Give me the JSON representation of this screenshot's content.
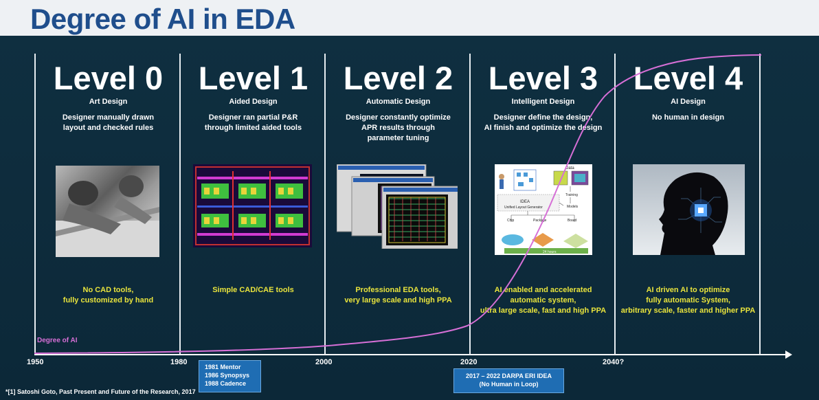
{
  "title": "Degree of AI in EDA",
  "levels": [
    {
      "name": "Level 0",
      "subtitle": "Art Design",
      "description": "Designer manually drawn\nlayout and checked rules",
      "tools": "No CAD tools,\nfully customized by hand"
    },
    {
      "name": "Level 1",
      "subtitle": "Aided Design",
      "description": "Designer ran partial P&R\nthrough limited aided tools",
      "tools": "Simple CAD/CAE tools"
    },
    {
      "name": "Level 2",
      "subtitle": "Automatic Design",
      "description": "Designer constantly optimize\nAPR results through\nparameter tuning",
      "tools": "Professional EDA tools,\nvery large scale and high PPA"
    },
    {
      "name": "Level 3",
      "subtitle": "Intelligent Design",
      "description": "Designer define the design,\nAI finish and optimize the design",
      "tools": "AI enabled and accelerated\nautomatic system,\nultra large scale, fast and high PPA"
    },
    {
      "name": "Level 4",
      "subtitle": "AI Design",
      "description": "No human in design",
      "tools": "AI driven AI to optimize\nfully automatic System,\narbitrary scale, faster and higher PPA"
    }
  ],
  "curve_label": "Degree of AI",
  "timeline": {
    "years": [
      "1950",
      "1980",
      "2000",
      "2020",
      "2040?"
    ],
    "box1": [
      "1981 Mentor",
      "1986 Synopsys",
      "1988 Cadence"
    ],
    "box2": [
      "2017 – 2022 DARPA ERI IDEA",
      "(No Human in Loop)"
    ]
  },
  "idea_figure": {
    "data": "Data",
    "idea": "IDEA",
    "generator": "Unified Layout Generator",
    "training": "Training",
    "models": "Models",
    "chip": "Chip",
    "package": "Package",
    "board": "Board",
    "time": "24 hours"
  },
  "footnote": "*[1] Satoshi Goto, Past Present and Future of the Research, 2017",
  "colors": {
    "title": "#1f4e8c",
    "background": "#0d2a3a",
    "tools_text": "#e9e43c",
    "curve": "#d66fd6",
    "box": "#1f6db3"
  }
}
